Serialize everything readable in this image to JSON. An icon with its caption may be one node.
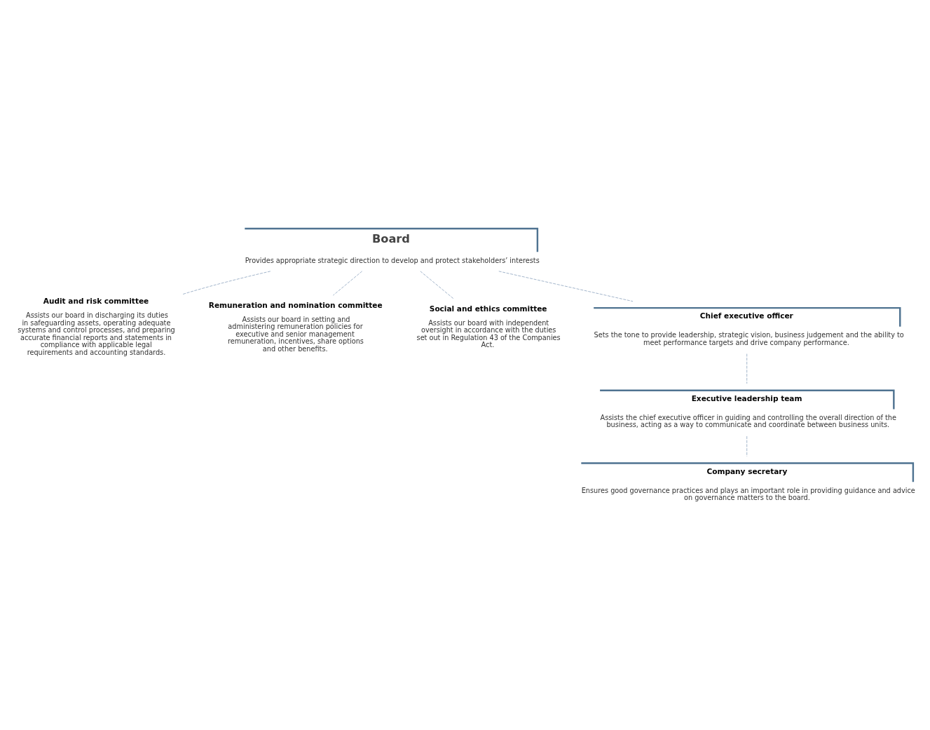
{
  "diagram": {
    "nodes": [
      {
        "text": [
          "Board",
          "Provides appropriate strategic direction to develop and protect stakeholders’ interests"
        ]
      },
      {
        "text": [
          "Audit and risk committee",
          "Assists our board in discharging its duties in safeguarding assets, operating adequate systems and control processes, and preparing accurate financial reports and statements in compliance with applicable legal requirements and accounting standards."
        ]
      },
      {
        "text": [
          "Remuneration and nomination committee",
          "Assists our board in setting and administering remuneration policies for executive and senior management remuneration, incentives, share options and other benefits."
        ]
      },
      {
        "text": [
          "Social and ethics committee",
          "Assists our board with independent oversight in accordance with the duties set out in Regulation 43 of the Companies Act."
        ]
      },
      {
        "text": [
          "Chief executive officer",
          "Sets the tone to provide leadership, strategic vision, business judgement and the ability to meet performance targets and drive company performance."
        ]
      },
      {
        "text": [
          "Executive leadership team",
          "Assists the chief executive officer in guiding and controlling the overall direction of the business, acting as a way to communicate and coordinate between business units."
        ]
      },
      {
        "text": [
          "Company secretary",
          "Ensures good governance practices and plays an important role in providing guidance and advice on governance matters to the board."
        ]
      }
    ],
    "edges": [
      {
        "from": 0,
        "to": 1,
        "arrow": "none",
        "style": "dashed"
      },
      {
        "from": 0,
        "to": 2,
        "arrow": "none",
        "style": "dashed"
      },
      {
        "from": 0,
        "to": 3,
        "arrow": "none",
        "style": "dashed"
      },
      {
        "from": 0,
        "to": 4,
        "arrow": "none",
        "style": "dashed"
      },
      {
        "from": 4,
        "to": 5,
        "arrow": "none",
        "style": "dashed"
      },
      {
        "from": 5,
        "to": 6,
        "arrow": "none",
        "style": "dashed"
      }
    ]
  }
}
